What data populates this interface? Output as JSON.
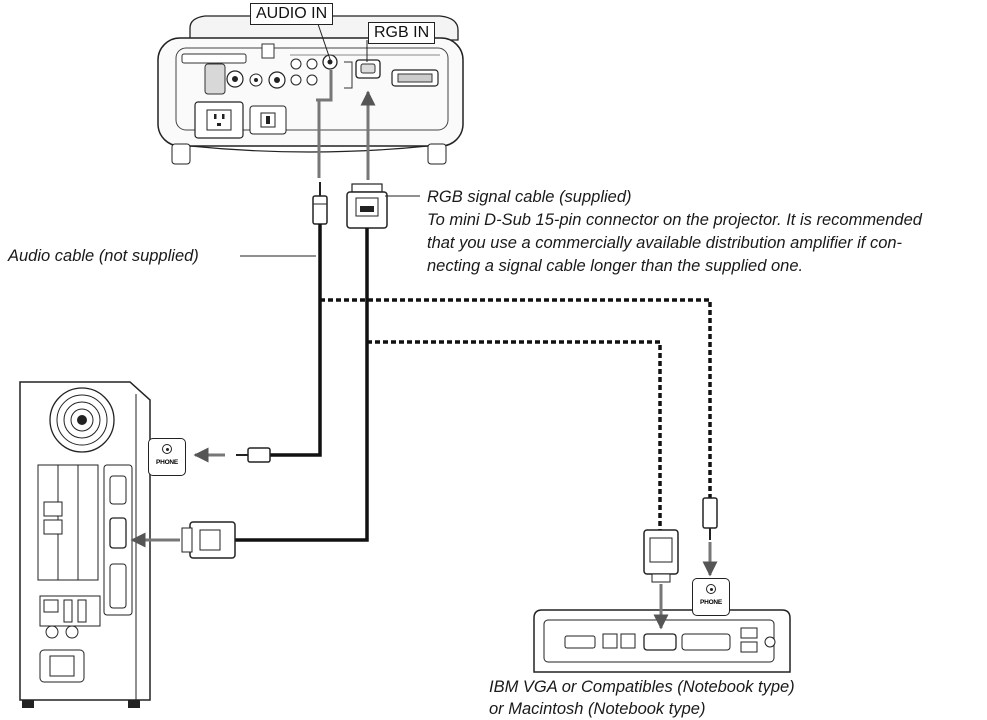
{
  "labels": {
    "audio_in": "AUDIO IN",
    "rgb_in": "RGB IN",
    "rgb_cable_title": "RGB signal cable (supplied)",
    "rgb_cable_line1": "To mini D-Sub 15-pin connector on the projector. It is recommended",
    "rgb_cable_line2": "that you use a commercially available distribution amplifier if con-",
    "rgb_cable_line3": "necting a signal cable longer than the supplied one.",
    "audio_cable": "Audio cable (not supplied)",
    "phone_jack": "PHONE",
    "notebook_line1": "IBM VGA or Compatibles (Notebook type)",
    "notebook_line2": "or Macintosh (Notebook type)"
  }
}
